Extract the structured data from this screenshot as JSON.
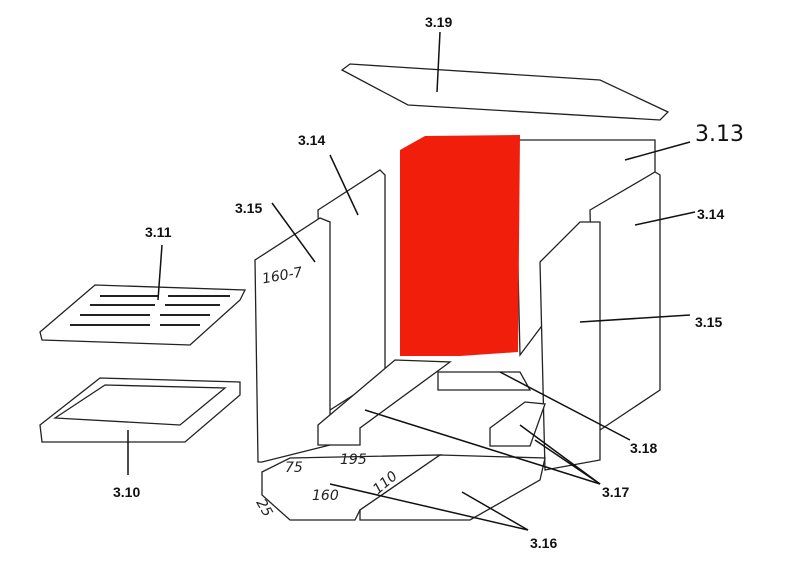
{
  "labels": {
    "top_plate": "3.19",
    "back_right": "3.13",
    "side_left_outer": "3.14",
    "side_left_inner": "3.15",
    "grate": "3.11",
    "ash_pan": "3.10",
    "side_right_outer": "3.14",
    "side_right_inner": "3.15",
    "center_brick": "3.18",
    "floor_bricks": "3.17",
    "base_plates": "3.16"
  },
  "annotations": {
    "panel_size": "160-7",
    "dim_75": "75",
    "dim_195": "195",
    "dim_110": "110",
    "dim_160": "160",
    "dim_25": "25"
  },
  "colors": {
    "highlight": "#f01e0a"
  }
}
